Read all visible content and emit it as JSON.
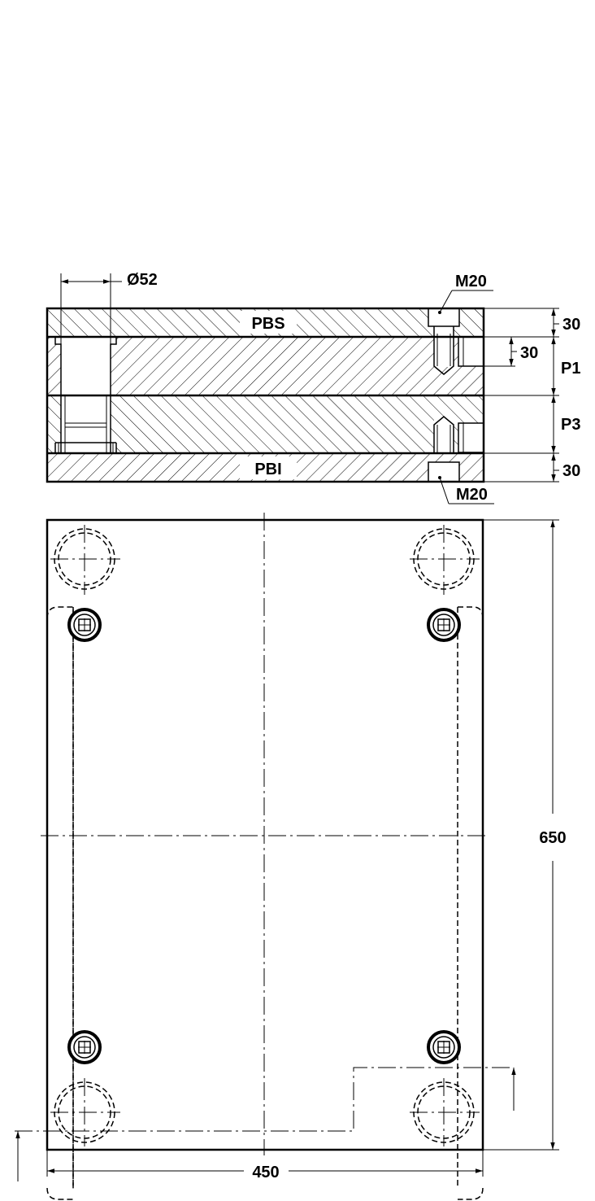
{
  "side_view": {
    "diameter_label": "Ø52",
    "top_plate_label": "PBS",
    "bottom_plate_label": "PBI",
    "thread_top_label": "M20",
    "thread_bottom_label": "M20",
    "dim_top_thickness": "30",
    "dim_port_offset": "30",
    "dim_bottom_thickness": "30",
    "plate_p1_label": "P1",
    "plate_p3_label": "P3"
  },
  "plan_view": {
    "height_label": "650",
    "width_label": "450"
  }
}
